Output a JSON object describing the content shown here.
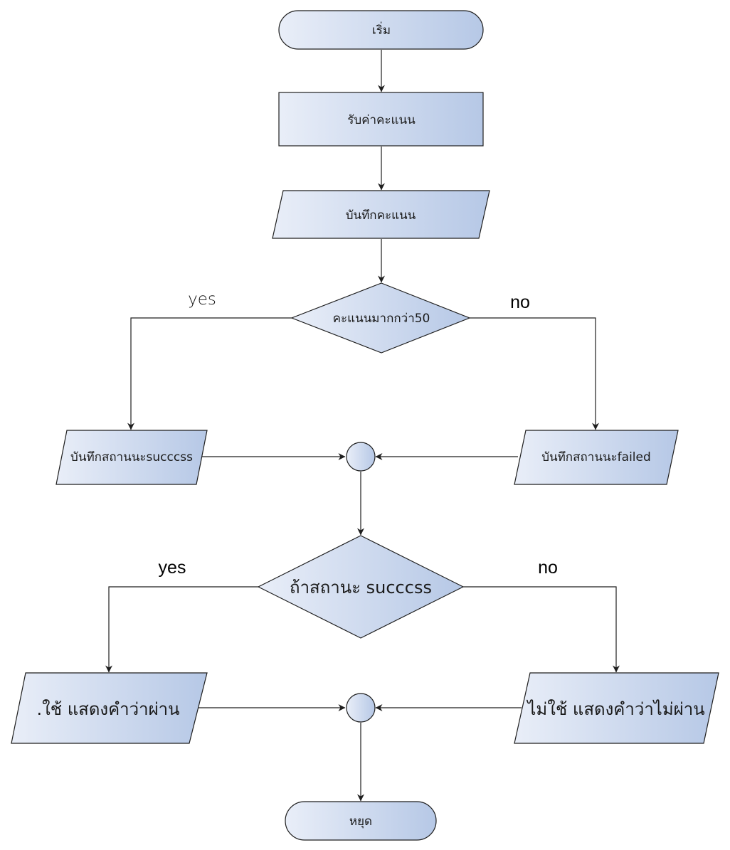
{
  "flowchart": {
    "nodes": {
      "start": {
        "label": "เริ่ม",
        "shape": "terminator"
      },
      "input_score": {
        "label": "รับค่าคะแนน",
        "shape": "process"
      },
      "record_score": {
        "label": "บันทึกคะแนน",
        "shape": "data"
      },
      "decision_score": {
        "label": "คะแนนมากกว่า50",
        "shape": "decision"
      },
      "record_success": {
        "label": "บันทึกสถานนะsucccss",
        "shape": "data"
      },
      "record_failed": {
        "label": "บันทึกสถานนะfailed",
        "shape": "data"
      },
      "merge_1": {
        "label": "",
        "shape": "connector"
      },
      "decision_status": {
        "label": "ถ้าสถานะ succcss",
        "shape": "decision"
      },
      "show_pass": {
        "label": ".ใช้ แสดงคำว่าผ่าน",
        "shape": "data"
      },
      "show_fail": {
        "label": "ไม่ใช้ แสดงคำว่าไม่ผ่าน",
        "shape": "data"
      },
      "merge_2": {
        "label": "",
        "shape": "connector"
      },
      "stop": {
        "label": "หยุด",
        "shape": "terminator"
      }
    },
    "branch_labels": {
      "decision_score_yes": "yes",
      "decision_score_no": "no",
      "decision_status_yes": "yes",
      "decision_status_no": "no"
    },
    "edges": [
      {
        "from": "start",
        "to": "input_score"
      },
      {
        "from": "input_score",
        "to": "record_score"
      },
      {
        "from": "record_score",
        "to": "decision_score"
      },
      {
        "from": "decision_score",
        "to": "record_success",
        "label": "yes"
      },
      {
        "from": "decision_score",
        "to": "record_failed",
        "label": "no"
      },
      {
        "from": "record_success",
        "to": "merge_1"
      },
      {
        "from": "record_failed",
        "to": "merge_1"
      },
      {
        "from": "merge_1",
        "to": "decision_status"
      },
      {
        "from": "decision_status",
        "to": "show_pass",
        "label": "yes"
      },
      {
        "from": "decision_status",
        "to": "show_fail",
        "label": "no"
      },
      {
        "from": "show_pass",
        "to": "merge_2"
      },
      {
        "from": "show_fail",
        "to": "merge_2"
      },
      {
        "from": "merge_2",
        "to": "stop"
      }
    ],
    "colors": {
      "fill_light": "#e9eef8",
      "fill_dark": "#b6c8e6",
      "stroke": "#1e1e1e",
      "background": "#ffffff"
    }
  }
}
